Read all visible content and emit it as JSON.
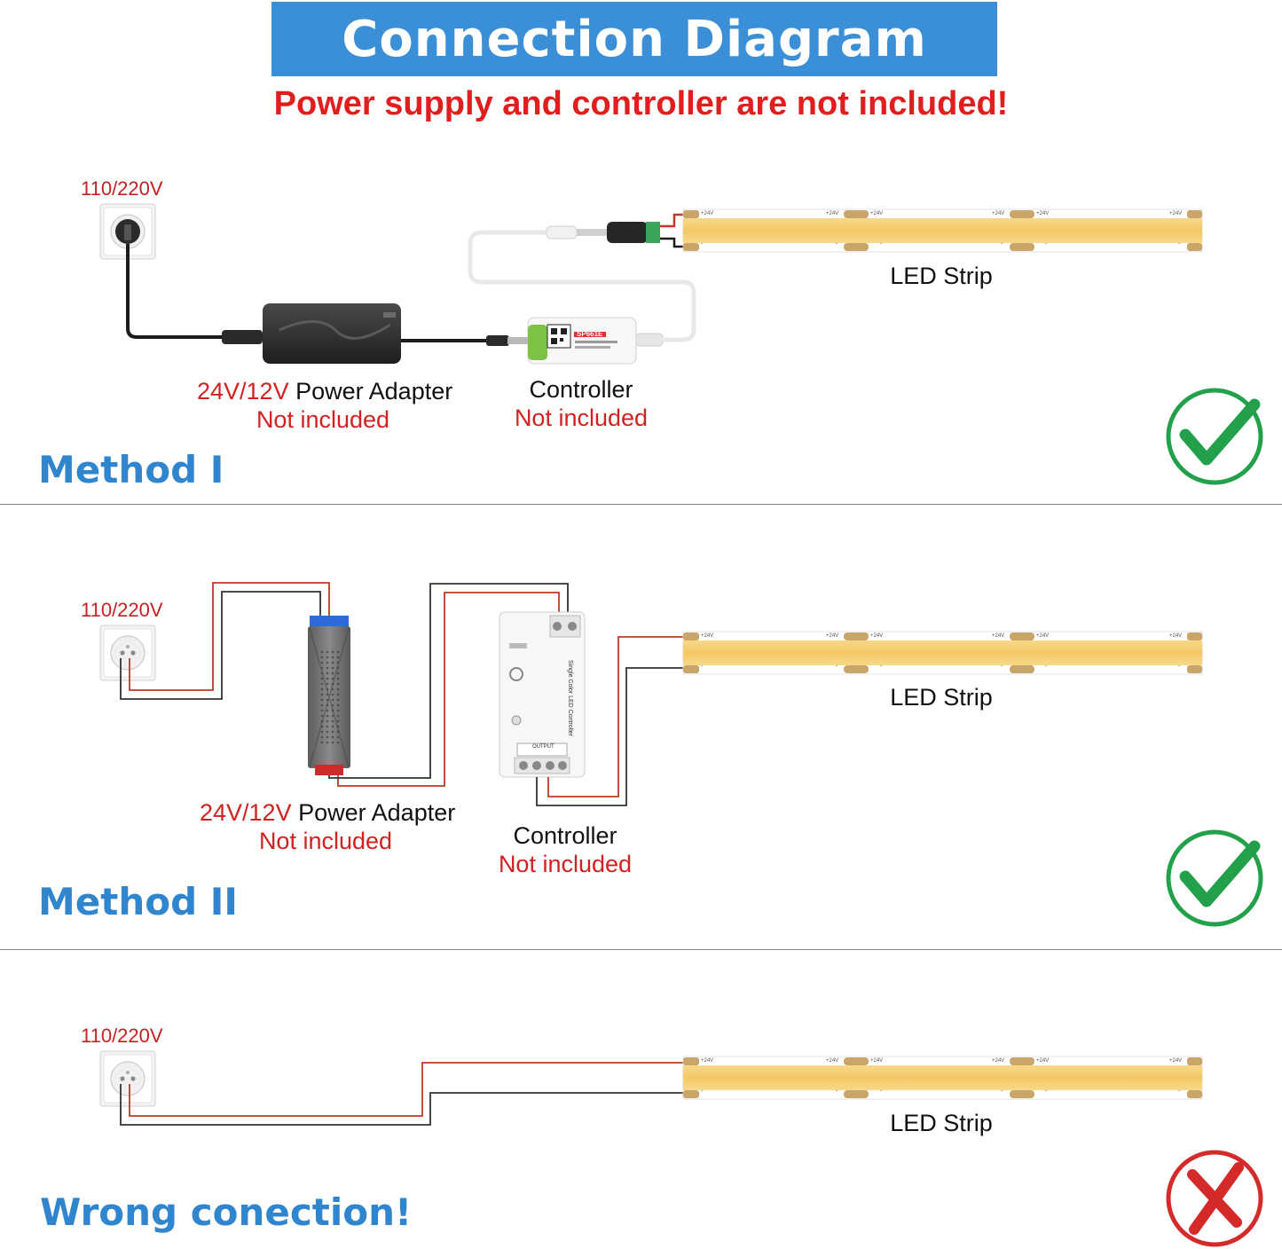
{
  "header": {
    "title": "Connection Diagram",
    "warning": "Power supply and controller are not included!"
  },
  "colors": {
    "banner": "#3a8fd6",
    "warning_red": "#e01e1e",
    "method_blue": "#2f86cf",
    "check_green": "#22a04a",
    "cross_red": "#d42a2a",
    "strip_yellow": "#f5cf6f",
    "wire_red": "#c0392b"
  },
  "method1": {
    "title": "Method I",
    "voltage": "110/220V",
    "adapter_voltage": "24V/12V",
    "adapter_name": "Power Adapter",
    "adapter_status": "Not included",
    "controller_label": "Controller",
    "controller_status": "Not included",
    "controller_model": "SP661E",
    "strip_label": "LED Strip",
    "result_icon": "check-icon"
  },
  "method2": {
    "title": "Method II",
    "voltage": "110/220V",
    "adapter_voltage": "24V/12V",
    "adapter_name": "Power Adapter",
    "adapter_status": "Not included",
    "controller_label": "Controller",
    "controller_status": "Not included",
    "controller_title": "Single Color LED Controller",
    "controller_output": "OUTPUT",
    "strip_label": "LED Strip",
    "result_icon": "check-icon"
  },
  "method3": {
    "title": "Wrong conection!",
    "voltage": "110/220V",
    "strip_label": "LED Strip",
    "result_icon": "cross-icon"
  },
  "strip": {
    "plus_marks": [
      "+24V",
      "+24V",
      "+24V",
      "+24V",
      "+24V",
      "+24V"
    ],
    "minus_mark": "-"
  }
}
